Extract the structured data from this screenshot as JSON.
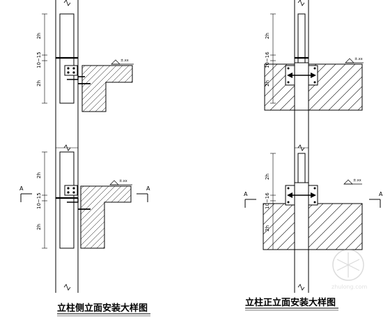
{
  "diagrams": [
    {
      "title": "立柱侧立面安装大样图",
      "details": [
        {
          "dim_top": "2h",
          "dim_mid": "10~15",
          "dim_bot": "2h",
          "level": "±.xx",
          "section_left": "",
          "section_right": ""
        },
        {
          "dim_top": "2h",
          "dim_mid": "10~15",
          "dim_bot": "2h",
          "level": "±.xx",
          "section_left": "A",
          "section_right": "A"
        }
      ]
    },
    {
      "title": "立柱正立面安装大样图",
      "details": [
        {
          "dim_top": "2h",
          "dim_mid": "10~16",
          "dim_bot": "2h",
          "level": "±.xx",
          "section_left": "",
          "section_right": ""
        },
        {
          "dim_top": "2h",
          "dim_mid": "10~16",
          "dim_bot": "2h",
          "level": "±.xx",
          "section_left": "A",
          "section_right": "A"
        }
      ]
    }
  ],
  "watermark": "zhulong.com"
}
